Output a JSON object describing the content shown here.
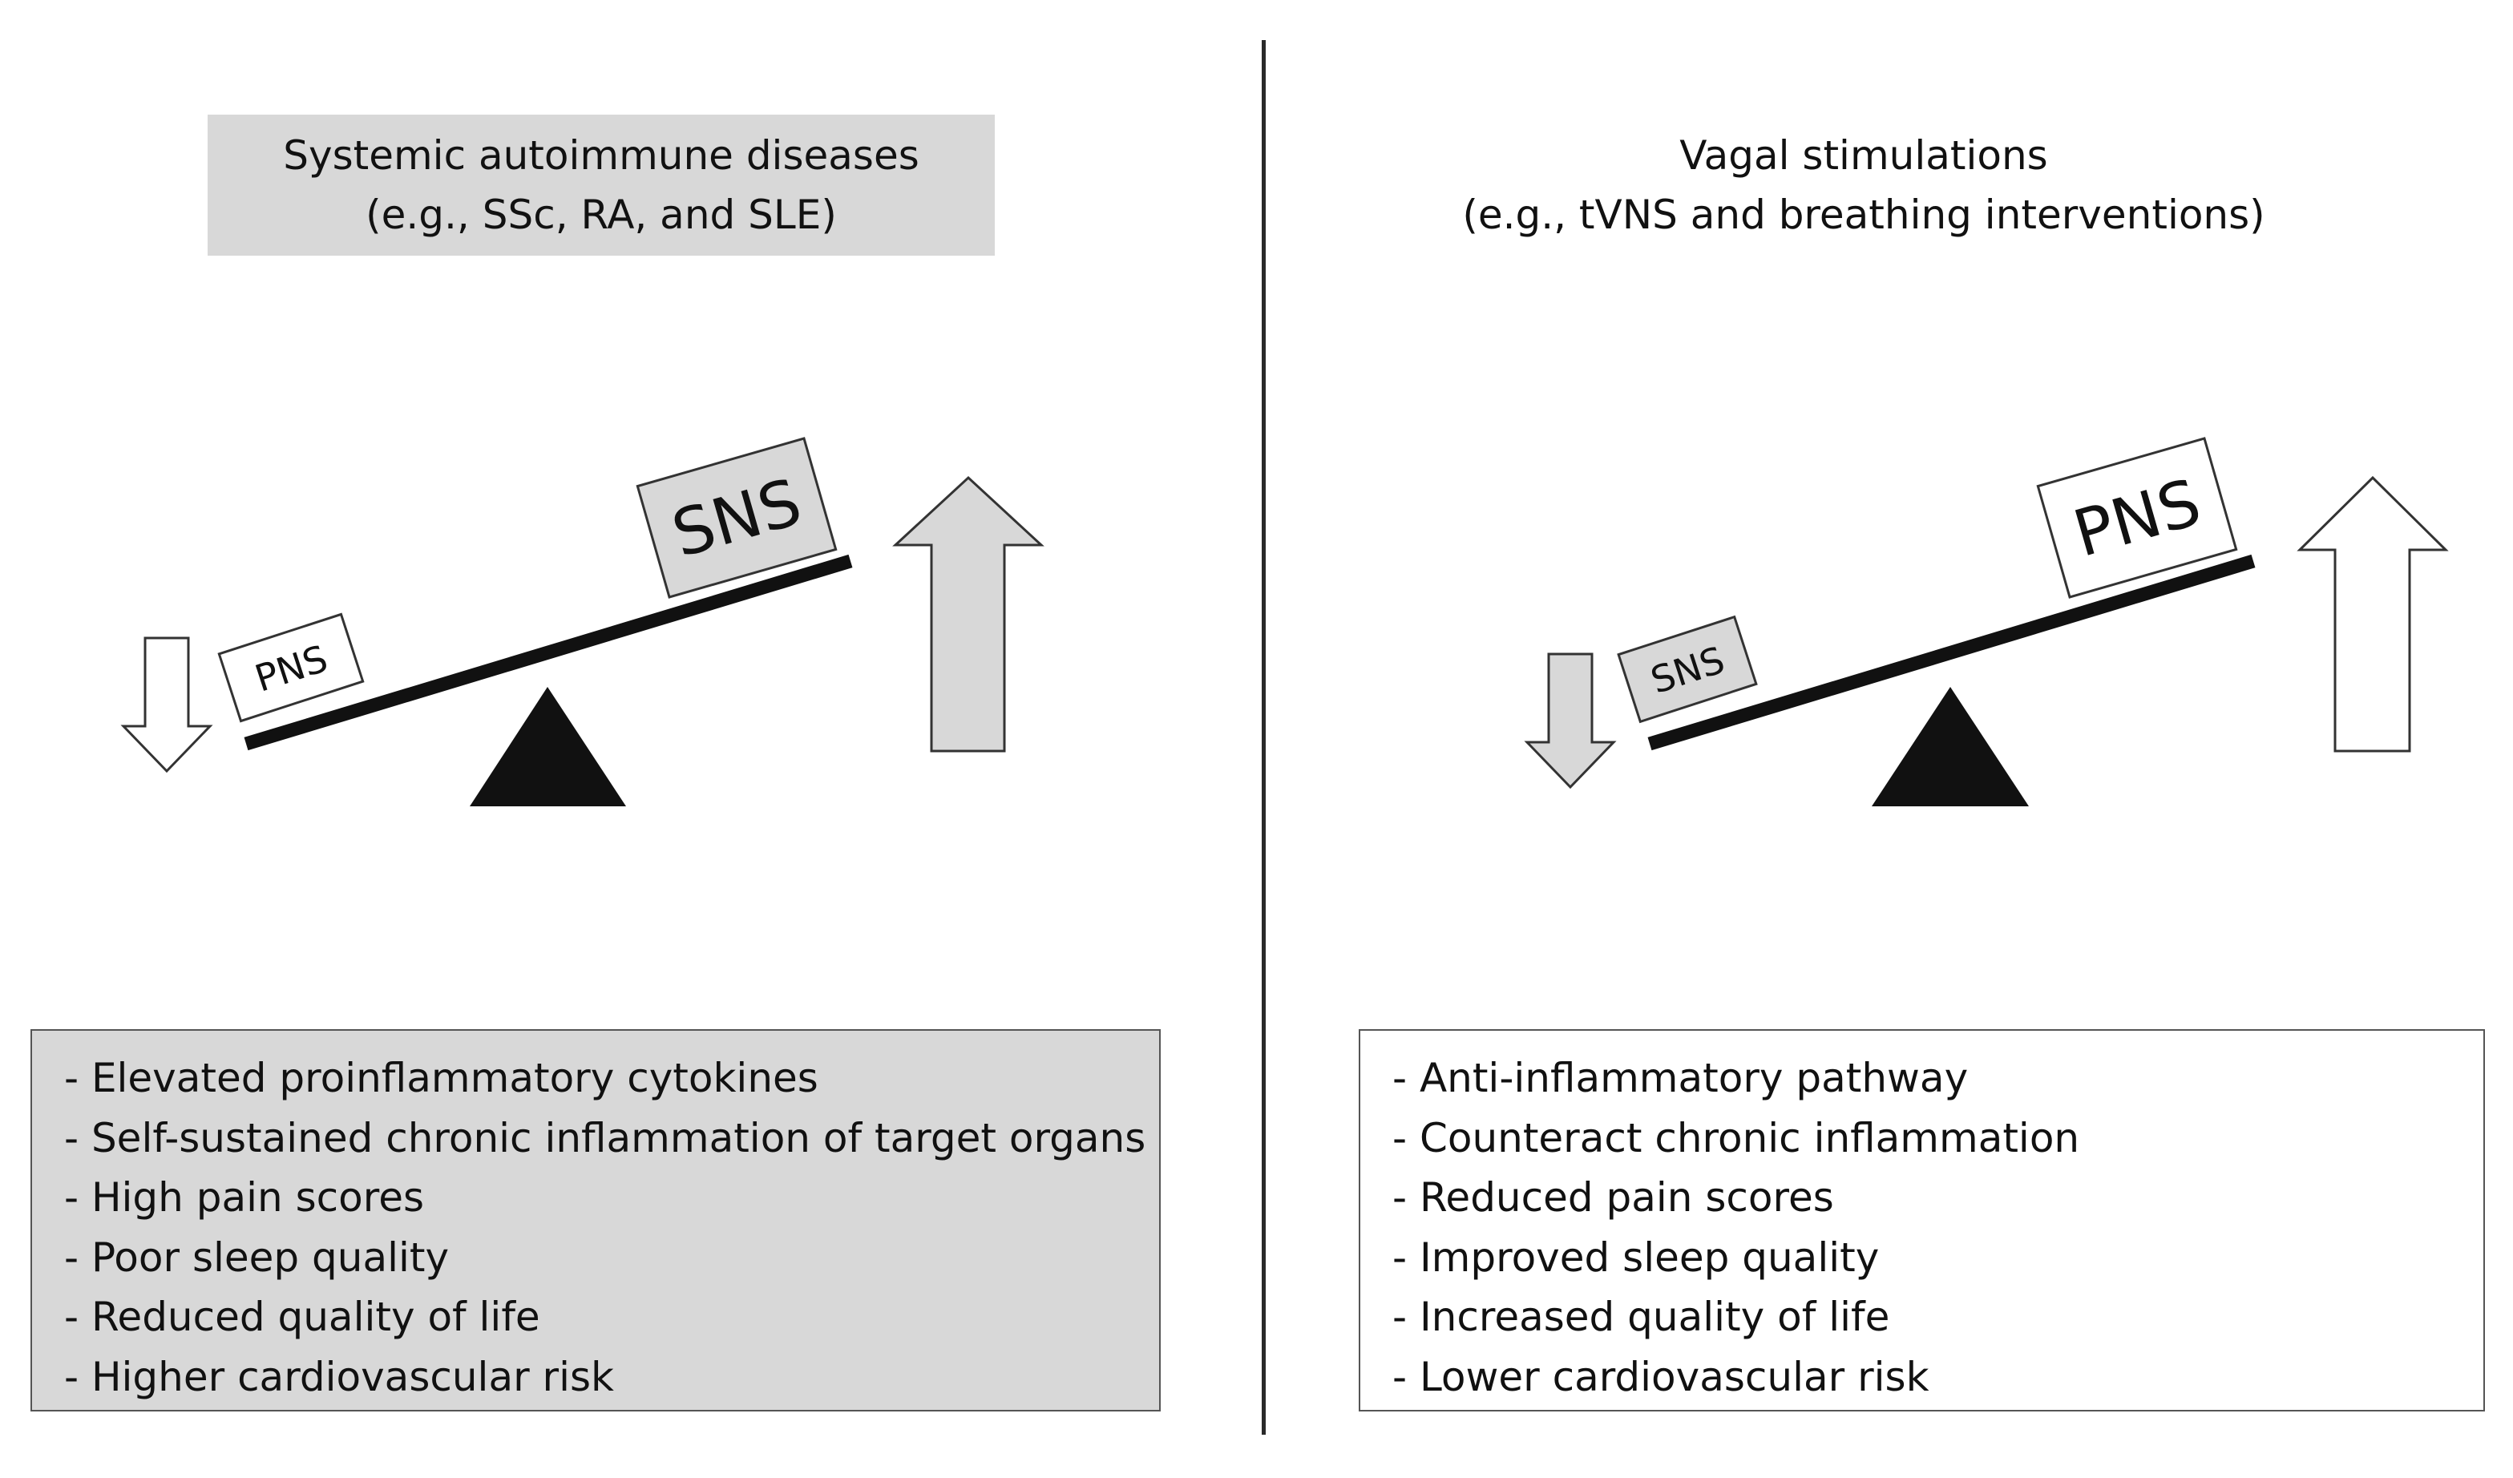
{
  "left": {
    "title_line1": "Systemic autoimmune diseases",
    "title_line2": "(e.g., SSc, RA, and  SLE)",
    "small_block_label": "PNS",
    "large_block_label": "SNS",
    "items": [
      "Elevated proinflammatory cytokines",
      "Self-sustained chronic inflammation of target organs",
      "High pain scores",
      "Poor sleep quality",
      "Reduced quality of life",
      "Higher cardiovascular risk"
    ]
  },
  "right": {
    "title_line1": "Vagal stimulations",
    "title_line2": "(e.g., tVNS and breathing interventions)",
    "small_block_label": "SNS",
    "large_block_label": "PNS",
    "items": [
      "Anti-inflammatory pathway",
      "Counteract chronic inflammation",
      "Reduced pain scores",
      "Improved sleep quality",
      "Increased quality of life",
      "Lower cardiovascular risk"
    ]
  },
  "colors": {
    "shade": "#d8d8d8",
    "ink": "#111111",
    "white": "#ffffff"
  }
}
